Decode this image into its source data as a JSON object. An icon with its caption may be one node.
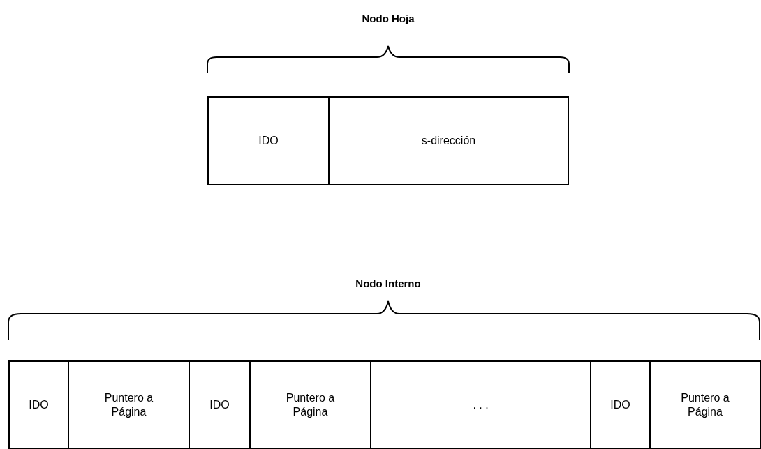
{
  "diagram": {
    "nodes": [
      {
        "text": [
          "IDO"
        ]
      },
      {
        "text": [
          "s-dirección"
        ]
      },
      {
        "text": [
          "IDO"
        ]
      },
      {
        "text": [
          "Puntero a Página"
        ]
      },
      {
        "text": [
          "IDO"
        ]
      },
      {
        "text": [
          "Puntero a Página"
        ]
      },
      {
        "text": [
          ". . ."
        ]
      },
      {
        "text": [
          "IDO"
        ]
      },
      {
        "text": [
          "Puntero a Página"
        ]
      }
    ],
    "labels": [
      "Nodo Hoja",
      "Nodo Interno"
    ]
  }
}
